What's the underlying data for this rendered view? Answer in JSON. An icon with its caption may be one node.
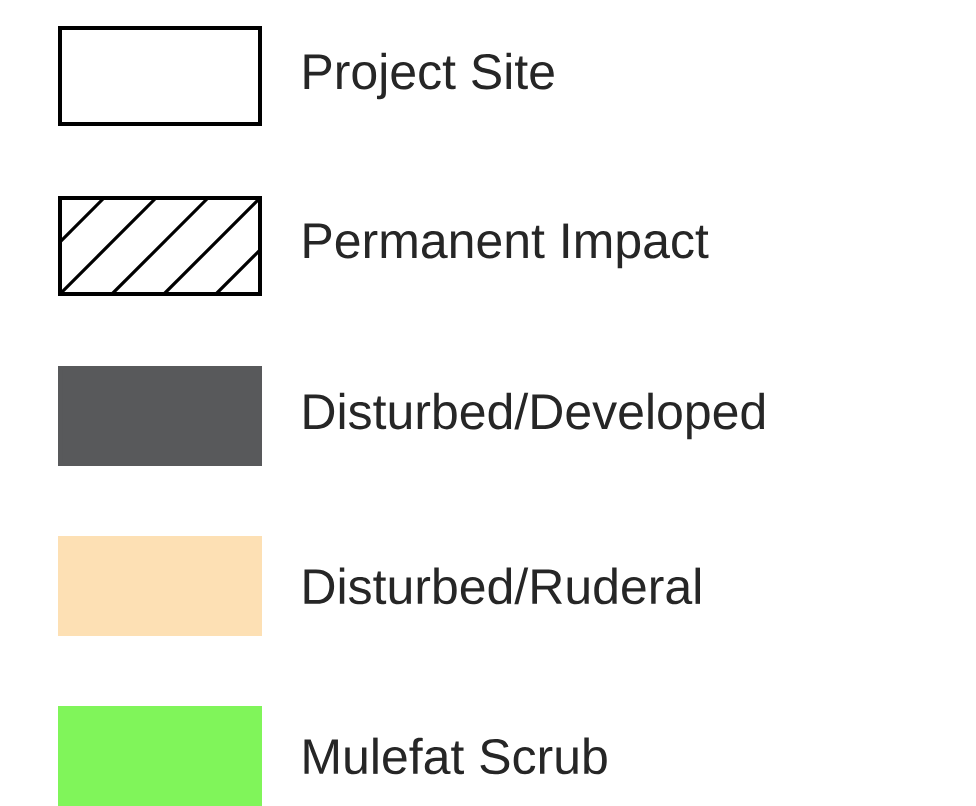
{
  "diagram": {
    "legend": [
      {
        "text": "Project Site"
      },
      {
        "text": "Permanent Impact"
      },
      {
        "text": "Disturbed/Developed",
        "color": "#58595b"
      },
      {
        "text": "Disturbed/Ruderal",
        "color": "#fde0b4"
      },
      {
        "text": "Mulefat Scrub",
        "color": "#80f55a"
      }
    ]
  }
}
